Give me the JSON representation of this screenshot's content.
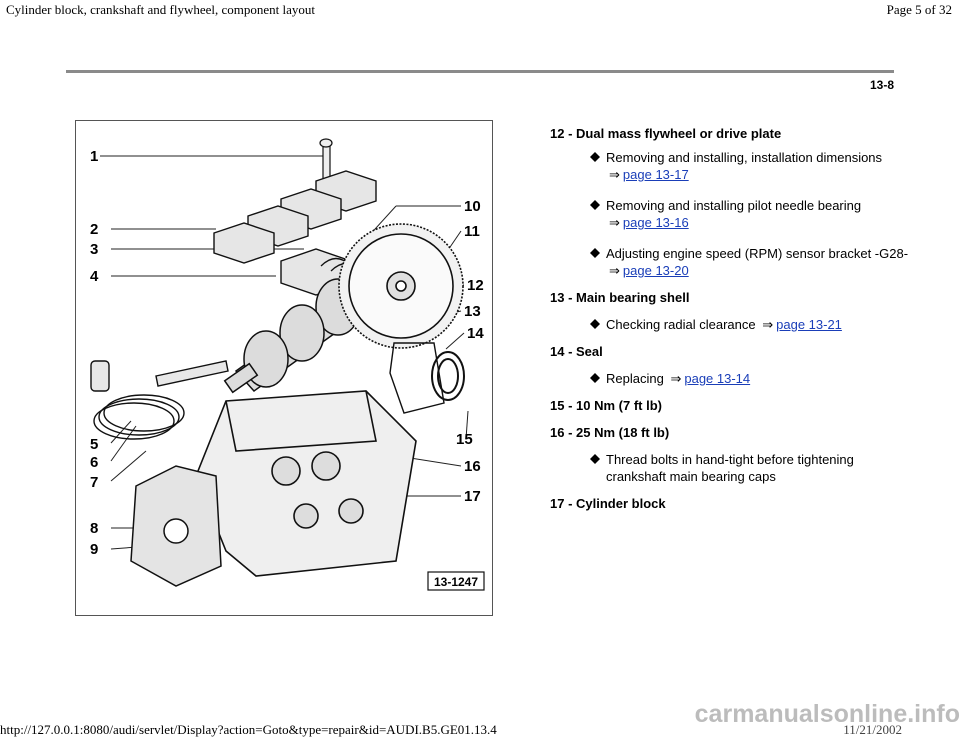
{
  "header": {
    "title": "Cylinder block, crankshaft and flywheel, component layout",
    "page": "Page 5 of 32"
  },
  "section_no": "13-8",
  "figure": {
    "callouts": [
      "1",
      "2",
      "3",
      "4",
      "5",
      "6",
      "7",
      "8",
      "9",
      "10",
      "11",
      "12",
      "13",
      "14",
      "15",
      "16",
      "17"
    ],
    "figure_id": "13-1247"
  },
  "items": [
    {
      "head": "12 - Dual mass flywheel or drive plate",
      "subs": [
        {
          "text": "Removing and installing, installation dimensions",
          "arrow": "⇒",
          "link": "page 13-17"
        },
        {
          "text": "Removing and installing pilot needle bearing",
          "arrow": "⇒",
          "link": "page 13-16"
        },
        {
          "text": "Adjusting engine speed (RPM) sensor bracket -G28-",
          "arrow": "⇒",
          "link": "page 13-20"
        }
      ]
    },
    {
      "head": "13 - Main bearing shell",
      "subs": [
        {
          "text": "Checking radial clearance",
          "arrow": "⇒",
          "link": "page 13-21"
        }
      ]
    },
    {
      "head": "14 - Seal",
      "subs": [
        {
          "text": "Replacing",
          "arrow": "⇒",
          "link": "page 13-14"
        }
      ]
    },
    {
      "head": "15 - 10 Nm (7 ft lb)",
      "subs": []
    },
    {
      "head": "16 - 25 Nm (18 ft lb)",
      "subs": [
        {
          "text": "Thread bolts in hand-tight before tightening crankshaft main bearing caps",
          "arrow": "",
          "link": ""
        }
      ]
    },
    {
      "head": "17 - Cylinder block",
      "subs": []
    }
  ],
  "footer": {
    "url": "http://127.0.0.1:8080/audi/servlet/Display?action=Goto&type=repair&id=AUDI.B5.GE01.13.4",
    "date": "11/21/2002",
    "watermark": "carmanualsonline.info"
  }
}
